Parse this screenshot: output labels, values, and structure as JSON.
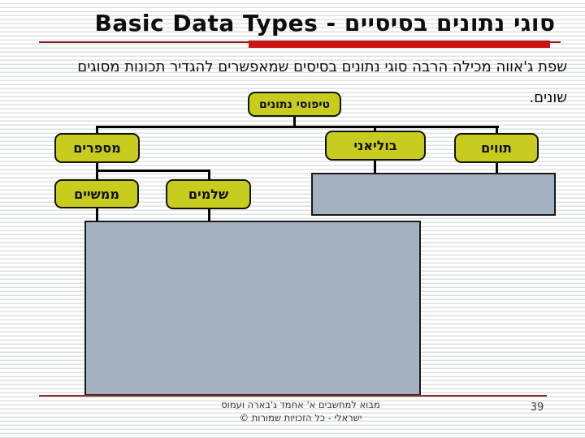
{
  "slide": {
    "title": "סוגי נתונים בסיסיים - Basic Data Types",
    "subtitle": {
      "line1": "שפת ג'אווה מכילה הרבה סוגי נתונים בסיסים  שמאפשרים להגדיר תכונות מסוגים",
      "line2": "שונים."
    },
    "footer": {
      "line1": "מבוא למחשבים א' אחמד ג'בארה ועמוס",
      "line2": "ישראלי - כל הזכויות שמורות ©",
      "page_number": "39"
    }
  },
  "diagram": {
    "type": "tree",
    "nodes": {
      "root": "טיפוסי נתונים",
      "numbers": "מספרים",
      "boolean": "בוליאני",
      "characters": "תווים",
      "reals": "ממשיים",
      "integers": "שלמים"
    },
    "hierarchy": {
      "label": "טיפוסי נתונים",
      "children": [
        {
          "label": "מספרים",
          "children": [
            {
              "label": "ממשיים"
            },
            {
              "label": "שלמים"
            }
          ]
        },
        {
          "label": "בוליאני",
          "children": []
        },
        {
          "label": "תווים",
          "children": []
        }
      ]
    },
    "placeholder_boxes": 2
  },
  "colors": {
    "node_fill": "#c8cc1e",
    "node_border": "#141400",
    "placeholder_fill": "#a4b1c0",
    "accent_bar_red": "#cc1414",
    "underline_maroon": "#7f2020",
    "footer_rule_red": "#8b3030",
    "background_stripe": "#dee1e2"
  }
}
